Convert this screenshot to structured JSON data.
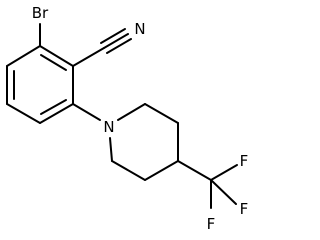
{
  "molecule": {
    "atoms": {
      "br": "Br",
      "n_nitrile": "N",
      "n_ring": "N",
      "f1": "F",
      "f2": "F",
      "f3": "F"
    },
    "colors": {
      "bond": "#000000",
      "label": "#000000",
      "background": "#ffffff"
    }
  }
}
